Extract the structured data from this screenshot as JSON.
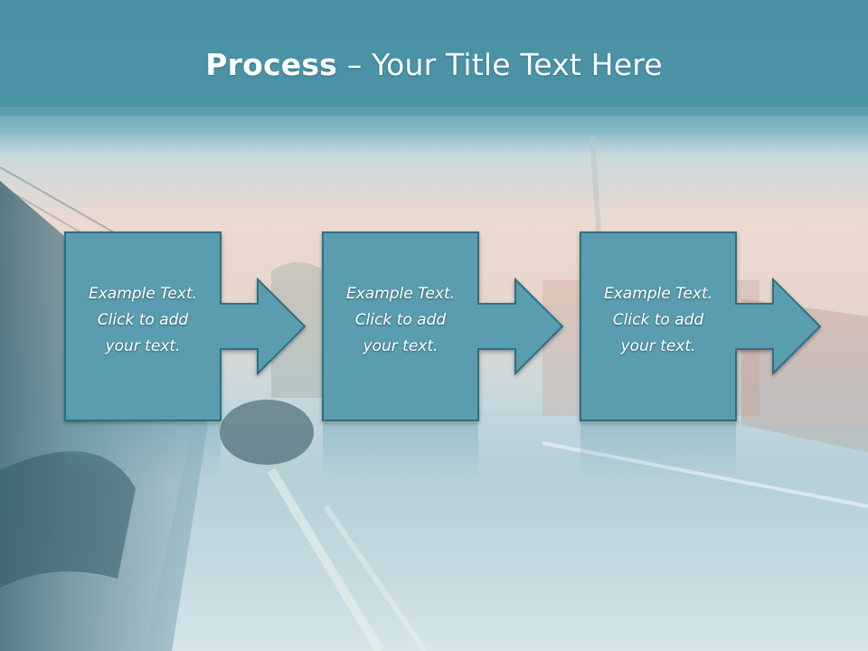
{
  "slide": {
    "title_bold": "Process",
    "title_rest": " – Your Title Text Here"
  },
  "colors": {
    "header": "#4a93a5",
    "box_fill": "#5a9db0",
    "box_stroke": "#2f6f80"
  },
  "steps": [
    {
      "line1": "Example Text.",
      "line2": "Click  to add",
      "line3": "your text."
    },
    {
      "line1": "Example Text.",
      "line2": "Click  to add",
      "line3": "your text."
    },
    {
      "line1": "Example Text.",
      "line2": "Click  to add",
      "line3": "your text."
    }
  ]
}
